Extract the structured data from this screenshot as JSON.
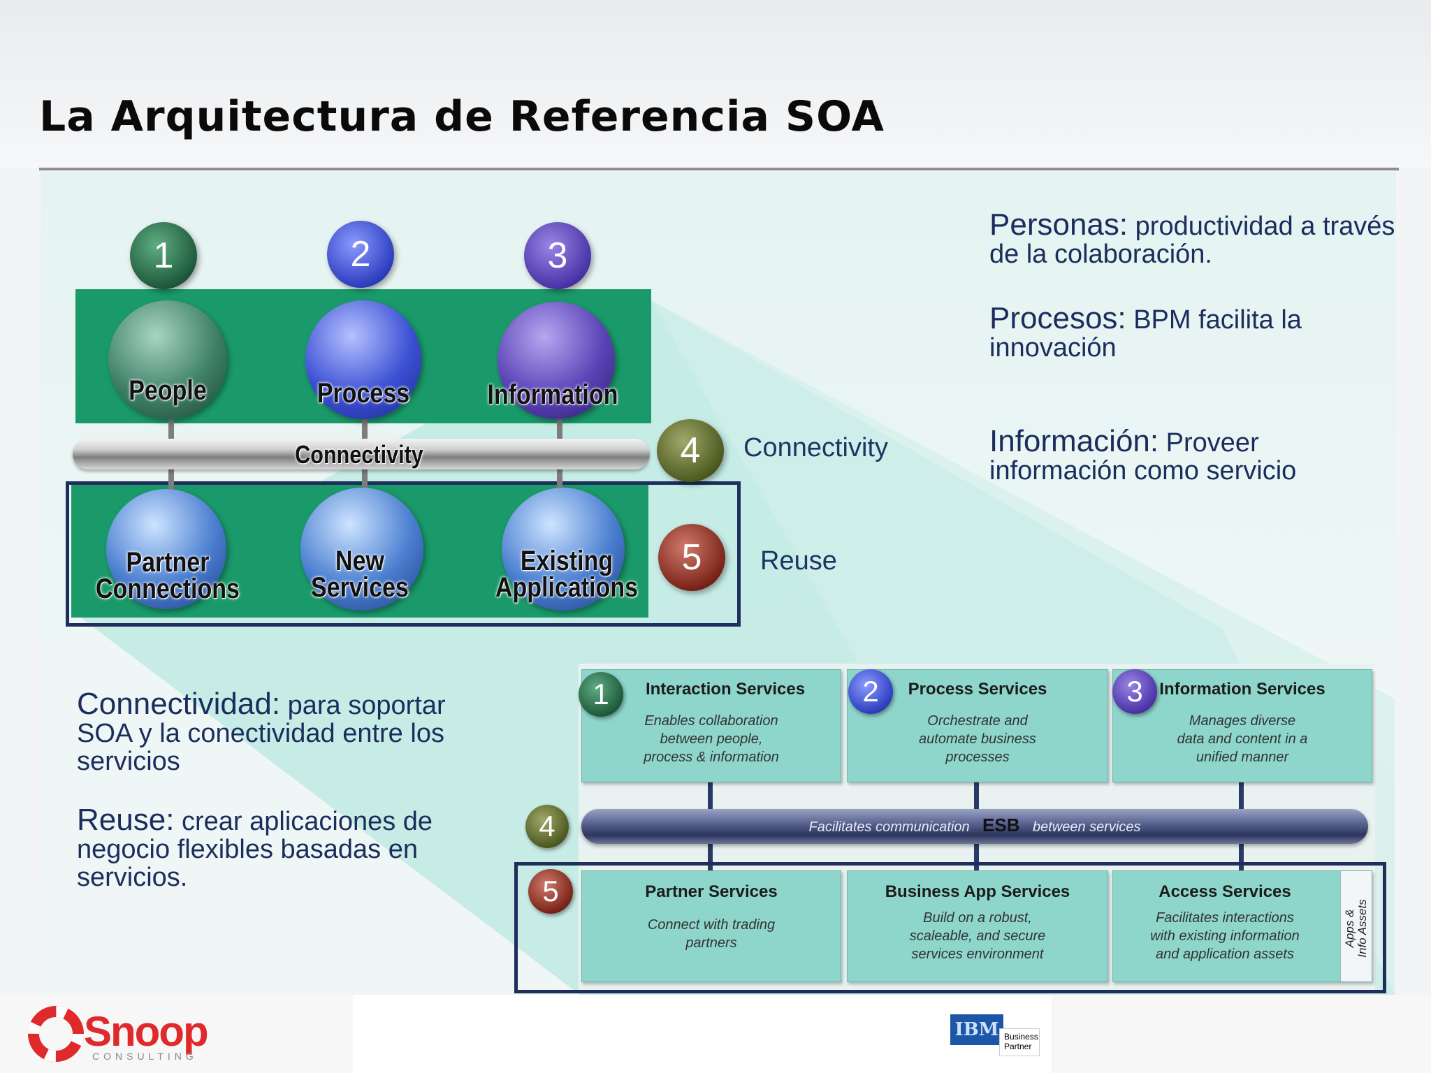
{
  "title": "La Arquitectura de Referencia SOA",
  "colors": {
    "green": "#1a9a6b",
    "navy": "#1f2e5a",
    "teal": "#8ed6cc",
    "snoop_red": "#e0292b"
  },
  "top_numbers": [
    "1",
    "2",
    "3"
  ],
  "spheres_top": [
    "People",
    "Process",
    "Information"
  ],
  "connectivity_bar": "Connectivity",
  "spheres_bottom": [
    {
      "line1": "Partner",
      "line2": "Connections"
    },
    {
      "line1": "New",
      "line2": "Services"
    },
    {
      "line1": "Existing",
      "line2": "Applications"
    }
  ],
  "side": [
    {
      "num": "4",
      "label": "Connectivity"
    },
    {
      "num": "5",
      "label": "Reuse"
    }
  ],
  "right_text": [
    {
      "head": "Personas:",
      "line1": " productividad a través",
      "line2": "de la colaboración."
    },
    {
      "head": "Procesos:",
      "line1": " BPM facilita la",
      "line2": "innovación"
    },
    {
      "head": "Información:",
      "line1": " Proveer",
      "line2": "información como servicio"
    }
  ],
  "left_text": [
    {
      "head": "Connectividad:",
      "line1": " para soportar",
      "line2": "SOA y la conectividad entre los",
      "line3": "servicios"
    },
    {
      "head": "Reuse:",
      "line1": " crear aplicaciones de",
      "line2": "negocio flexibles basadas en",
      "line3": "servicios."
    }
  ],
  "services_top": [
    {
      "num": "1",
      "title": "Interaction Services",
      "d1": "Enables collaboration",
      "d2": "between people,",
      "d3": "process & information"
    },
    {
      "num": "2",
      "title": "Process Services",
      "d1": "Orchestrate and",
      "d2": "automate business",
      "d3": "processes"
    },
    {
      "num": "3",
      "title": "Information Services",
      "d1": "Manages diverse",
      "d2": "data and content in a",
      "d3": "unified manner"
    }
  ],
  "esb": {
    "num": "4",
    "left": "Facilitates communication",
    "center": "ESB",
    "right": "between services"
  },
  "services_bottom": [
    {
      "title": "Partner Services",
      "d1": "Connect with trading",
      "d2": "partners",
      "d3": ""
    },
    {
      "title": "Business App Services",
      "d1": "Build on a robust,",
      "d2": "scaleable, and secure",
      "d3": "services environment"
    },
    {
      "title": "Access Services",
      "d1": "Facilitates interactions",
      "d2": "with existing information",
      "d3": "and application assets"
    }
  ],
  "services_bottom_num": "5",
  "apps_assets": {
    "line1": "Apps &",
    "line2": "Info Assets"
  },
  "footer": {
    "snoop": "Snoop",
    "snoop_sub": "CONSULTING",
    "ibm": "IBM",
    "ibm_sub1": "Business",
    "ibm_sub2": "Partner"
  }
}
